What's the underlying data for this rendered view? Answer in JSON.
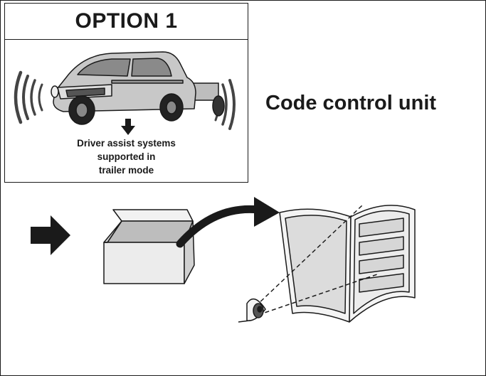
{
  "option": {
    "title": "OPTION 1",
    "caption_lines": [
      "Driver assist systems",
      "supported in",
      "trailer mode"
    ]
  },
  "headline": "Code control unit",
  "icons": [
    "car-with-trailer-icon",
    "sensor-waves-icon",
    "down-arrow-icon",
    "right-arrow-icon",
    "open-box-icon",
    "curved-arrow-icon",
    "open-manual-icon",
    "eye-icon"
  ],
  "colors": {
    "line": "#1a1a1a",
    "car_body": "#c8c8c8",
    "box": "#e6e6e6",
    "paper": "#f4f4f4"
  }
}
